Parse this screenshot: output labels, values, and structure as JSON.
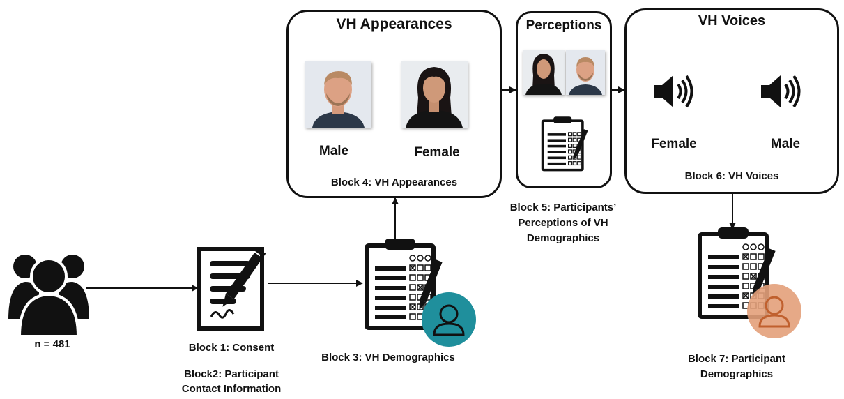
{
  "participants": {
    "count_label": "n = 481"
  },
  "blocks": {
    "block1": {
      "caption": "Block 1: Consent"
    },
    "block2": {
      "caption_line1": "Block2: Participant",
      "caption_line2": "Contact Information"
    },
    "block3": {
      "caption": "Block 3: VH Demographics"
    },
    "block4": {
      "title": "VH Appearances",
      "male_label": "Male",
      "female_label": "Female",
      "caption": "Block 4: VH Appearances"
    },
    "block5": {
      "title": "Perceptions",
      "caption_line1": "Block 5: Participants’",
      "caption_line2": "Perceptions of VH",
      "caption_line3": "Demographics"
    },
    "block6": {
      "title": "VH Voices",
      "female_label": "Female",
      "male_label": "Male",
      "caption": "Block 6: VH Voices"
    },
    "block7": {
      "caption_line1": "Block 7: Participant",
      "caption_line2": "Demographics"
    }
  },
  "colors": {
    "ink": "#111111",
    "teal": "#1f8f9c",
    "orange": "#e3a07a",
    "photo_bg": "#dfe6ee"
  },
  "icons": [
    "people-group-icon",
    "contract-signature-icon",
    "survey-clipboard-icon",
    "user-avatar-icon",
    "speaker-icon"
  ]
}
